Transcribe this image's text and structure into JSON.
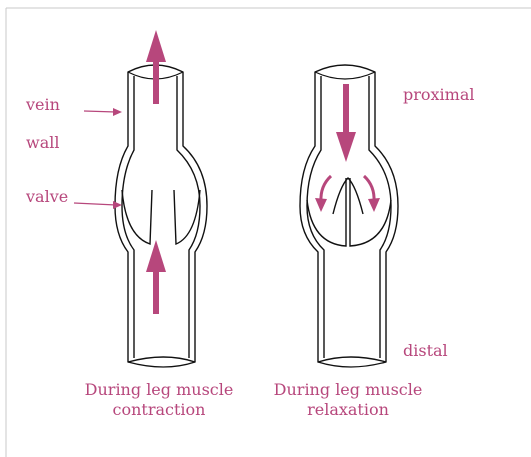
{
  "labels": {
    "vein": "vein",
    "wall": "wall",
    "valve": "valve",
    "proximal": "proximal",
    "distal": "distal"
  },
  "captions": {
    "left_line1": "During leg muscle",
    "left_line2": "contraction",
    "right_line1": "During leg muscle",
    "right_line2": "relaxation"
  },
  "colors": {
    "accent": "#b7477c",
    "stroke": "#111111",
    "frame": "#c9c9c9"
  }
}
